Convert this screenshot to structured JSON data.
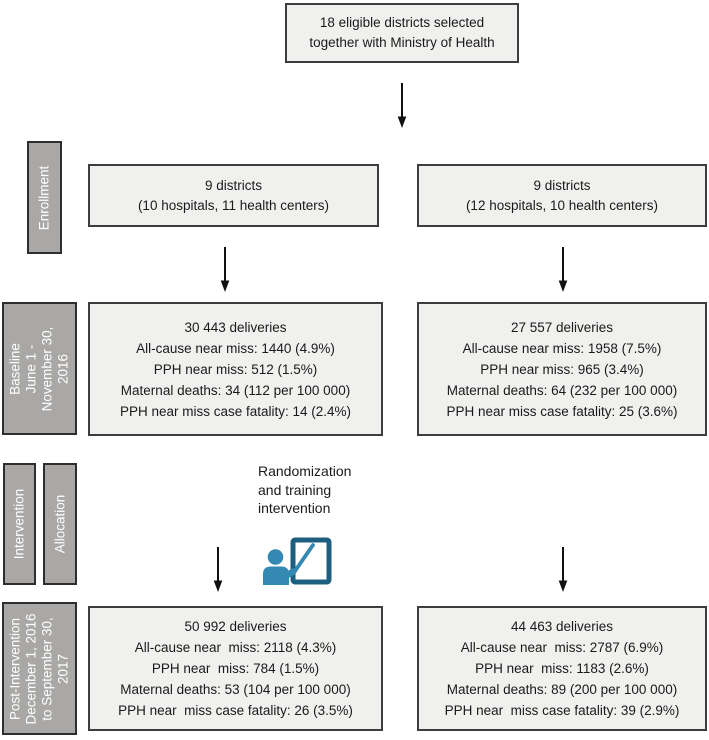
{
  "palette": {
    "box_fill": "#f0f0ef",
    "box_border": "#3d3d3d",
    "sidebar_fill": "#a9a8a7",
    "sidebar_border": "#2e2e2e",
    "sidebar_text": "#ffffff",
    "text_color": "#1a1a1a",
    "arrow_color": "#111111",
    "icon_frame": "#1e5f80",
    "icon_person": "#3389b2"
  },
  "top_box": {
    "lines": [
      "18 eligible districts selected",
      "together with Ministry of Health"
    ]
  },
  "sidebars": {
    "enrollment": {
      "lines": [
        "Enrollment"
      ]
    },
    "baseline": {
      "lines": [
        "Baseline",
        "June 1 -",
        "November 30,",
        "2016"
      ]
    },
    "intervention": {
      "lines": [
        "Intervention"
      ]
    },
    "allocation": {
      "lines": [
        "Allocation"
      ]
    },
    "post_intervention": {
      "lines": [
        "Post-Intervention",
        "December 1, 2016",
        "to September 30,",
        "2017"
      ]
    }
  },
  "enrollment": {
    "left_box": {
      "lines": [
        "9 districts",
        "(10 hospitals, 11 health centers)"
      ]
    },
    "right_box": {
      "lines": [
        "9 districts",
        "(12 hospitals, 10 health centers)"
      ]
    }
  },
  "baseline": {
    "left_box": {
      "lines": [
        "30 443 deliveries",
        "All-cause near miss: 1440 (4.9%)",
        "PPH near miss: 512 (1.5%)",
        "Maternal deaths: 34 (112 per 100 000)",
        "PPH near miss case fatality: 14 (2.4%)"
      ]
    },
    "right_box": {
      "lines": [
        "27 557 deliveries",
        "All-cause near miss: 1958 (7.5%)",
        "PPH near miss: 965 (3.4%)",
        "Maternal deaths: 64 (232 per 100 000)",
        "PPH near miss case fatality: 25 (3.6%)"
      ]
    }
  },
  "intervention": {
    "note_lines": [
      "Randomization",
      "and training",
      "intervention"
    ],
    "icon": "training-presentation-icon"
  },
  "post_intervention": {
    "left_box": {
      "lines": [
        "50 992 deliveries",
        "All-cause near  miss: 2118 (4.3%)",
        "PPH near  miss: 784 (1.5%)",
        "Maternal deaths: 53 (104 per 100 000)",
        "PPH near  miss case fatality: 26 (3.5%)"
      ]
    },
    "right_box": {
      "lines": [
        "44 463 deliveries",
        "All-cause near  miss: 2787 (6.9%)",
        "PPH near  miss: 1183 (2.6%)",
        "Maternal deaths: 89 (200 per 100 000)",
        "PPH near  miss case fatality: 39 (2.9%)"
      ]
    }
  }
}
